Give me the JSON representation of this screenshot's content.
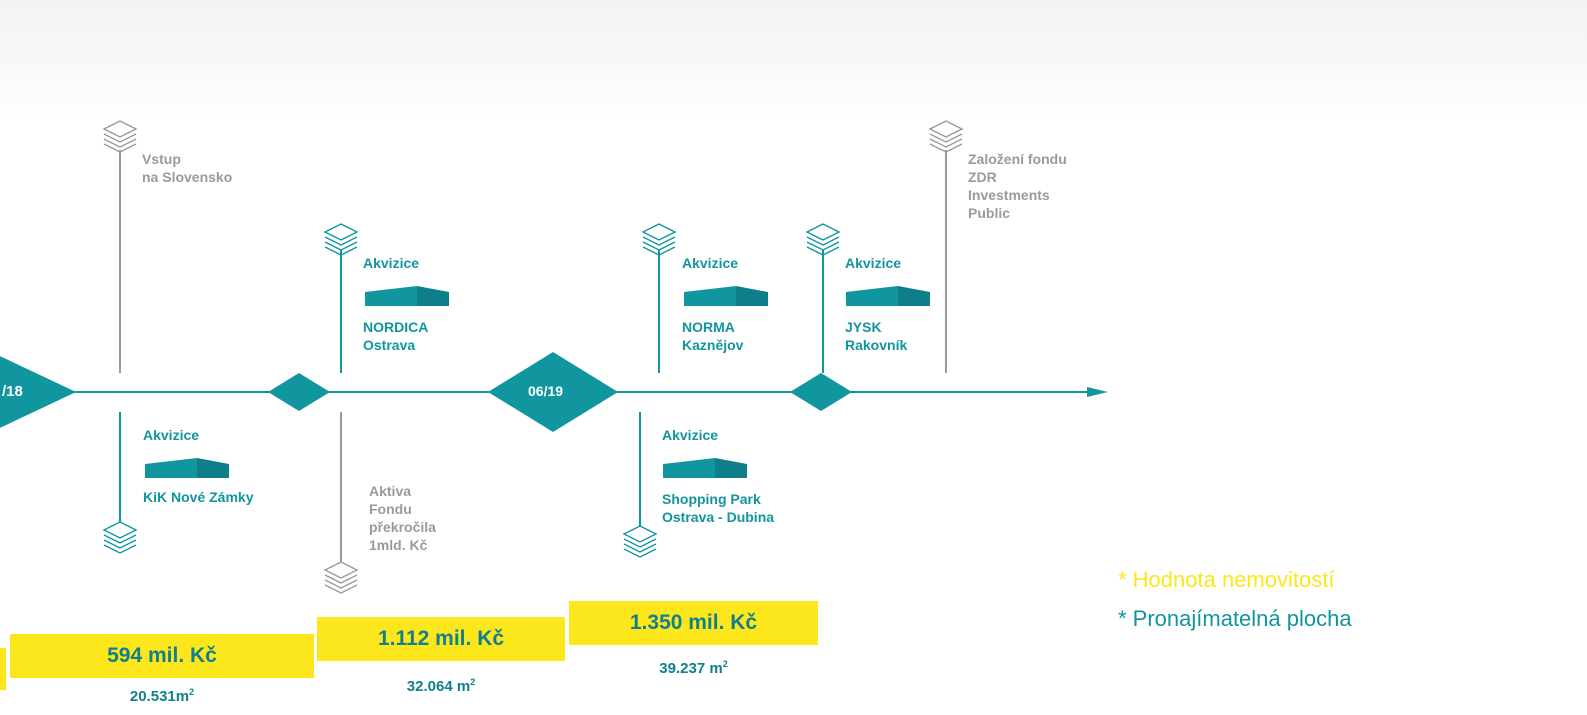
{
  "timeline": {
    "start_marker": "/18",
    "mid_marker": "06/19",
    "events": [
      {
        "kind": "milestone",
        "text": "Vstup\nna Slovensko"
      },
      {
        "kind": "acquisition",
        "title": "Akvizice",
        "name": "KiK Nové Zámky"
      },
      {
        "kind": "acquisition",
        "title": "Akvizice",
        "name": "NORDICA\nOstrava"
      },
      {
        "kind": "milestone",
        "text": "Aktiva\nFondu\npřekročila\n1mld. Kč"
      },
      {
        "kind": "acquisition",
        "title": "Akvizice",
        "name": "NORMA\nKaznějov"
      },
      {
        "kind": "acquisition",
        "title": "Akvizice",
        "name": "Shopping Park\nOstrava - Dubina"
      },
      {
        "kind": "acquisition",
        "title": "Akvizice",
        "name": "JYSK\nRakovník"
      },
      {
        "kind": "milestone",
        "text": "Založení fondu\nZDR\nInvestments\nPublic"
      }
    ]
  },
  "values": [
    {
      "amount": "594 mil. Kč",
      "area": "20.531m",
      "area_unit": "2"
    },
    {
      "amount": "1.112 mil. Kč",
      "area": "32.064 m",
      "area_unit": "2"
    },
    {
      "amount": "1.350 mil. Kč",
      "area": "39.237 m",
      "area_unit": "2"
    }
  ],
  "legend": {
    "value_label": "* Hodnota nemovitostí",
    "area_label": "* Pronajímatelná  plocha",
    "value_color": "#fce61c",
    "area_color": "#11959f"
  },
  "colors": {
    "teal": "#11959f",
    "teal_dark": "#0e7f88",
    "grey": "#9a9a9a",
    "yellow": "#fce61c"
  }
}
